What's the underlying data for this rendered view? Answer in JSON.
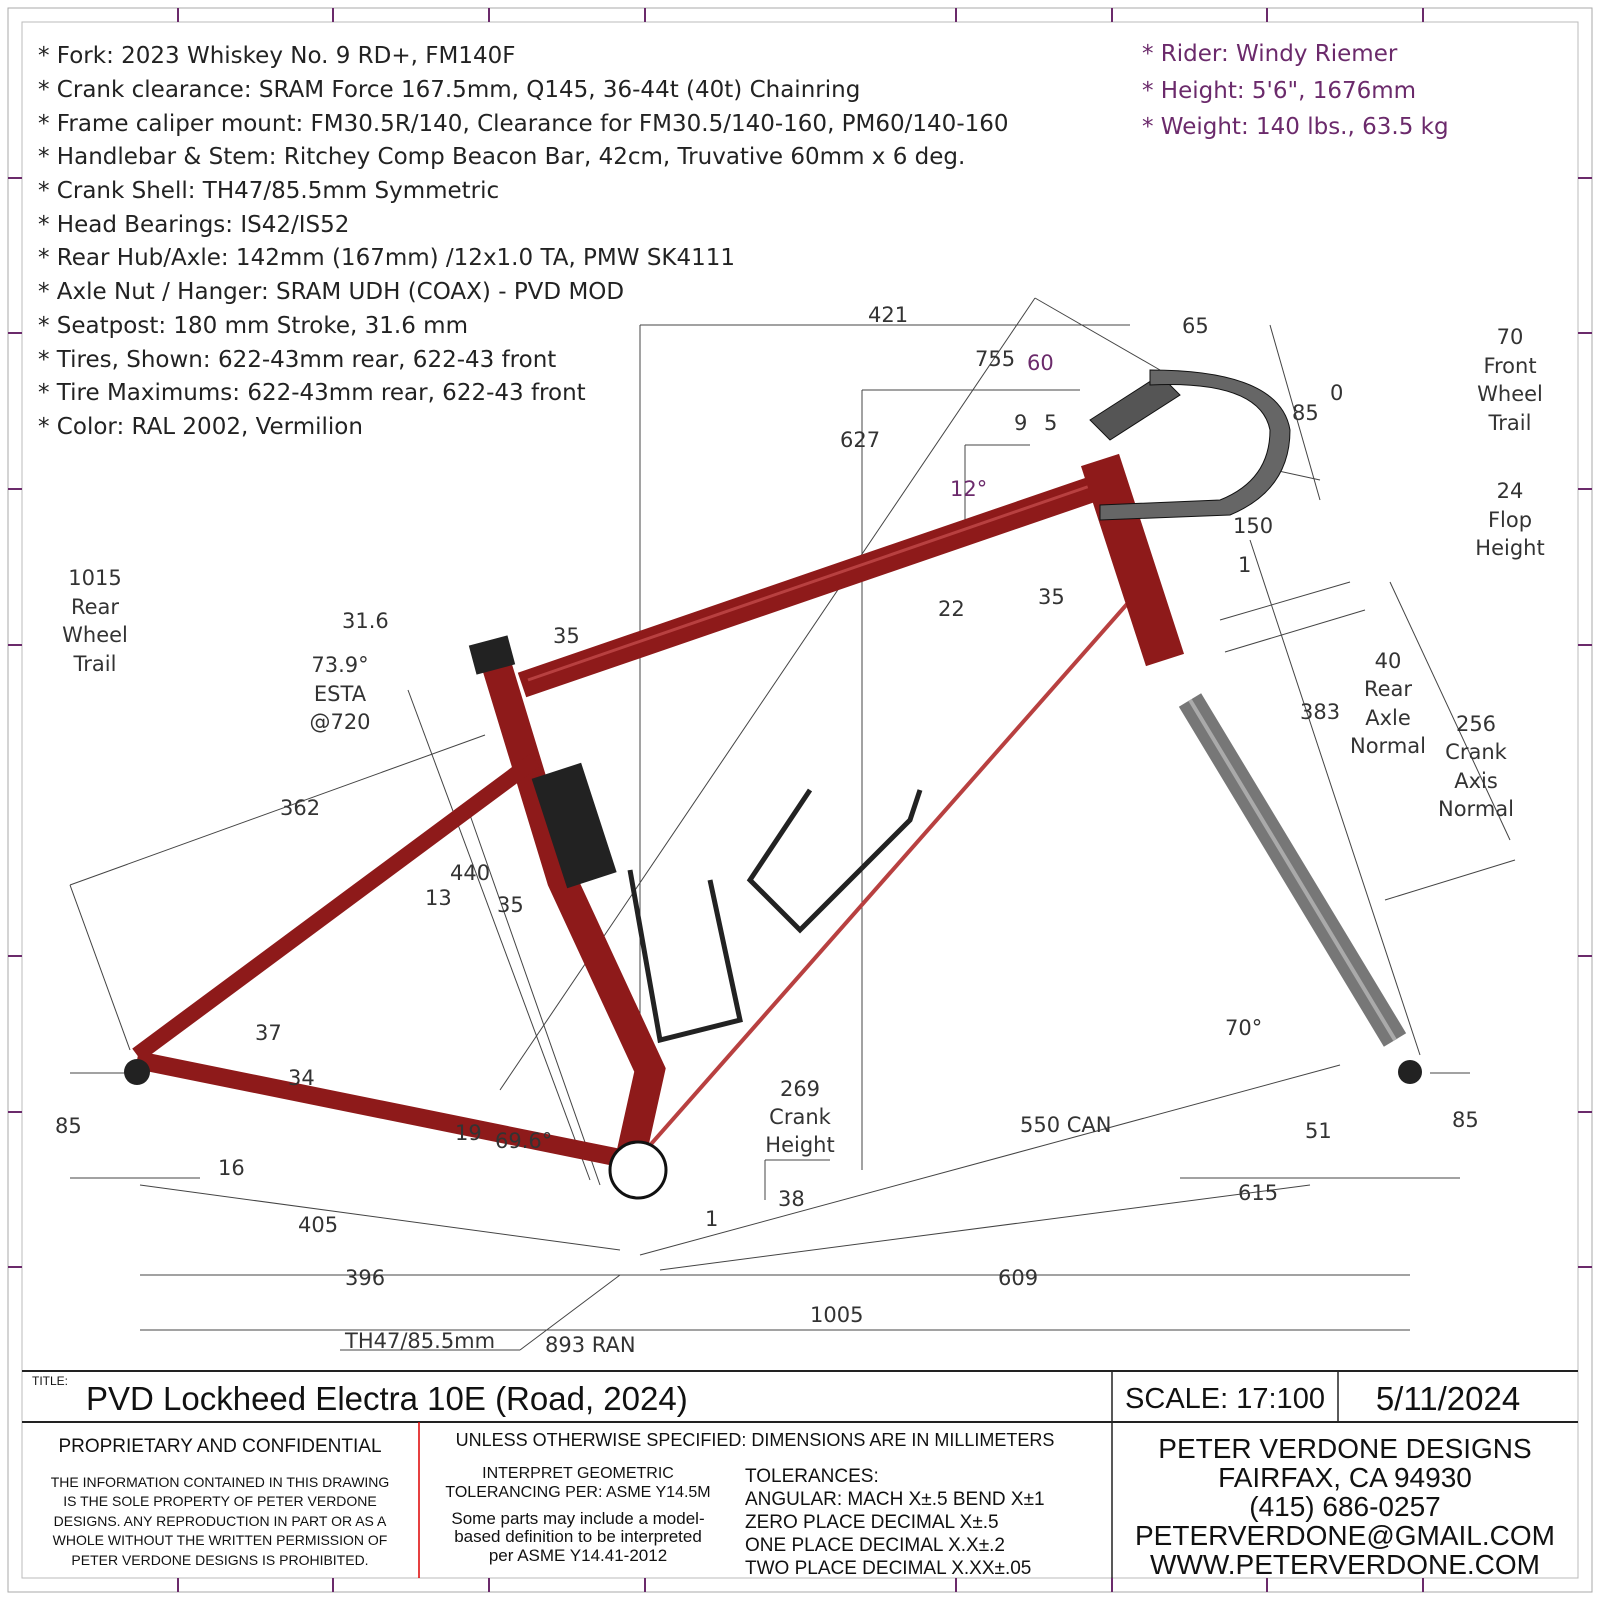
{
  "specs": [
    "* Fork: 2023 Whiskey No. 9 RD+, FM140F",
    "* Crank clearance: SRAM Force 167.5mm, Q145, 36-44t (40t) Chainring",
    "* Frame caliper mount: FM30.5R/140, Clearance for FM30.5/140-160, PM60/140-160",
    "* Handlebar & Stem: Ritchey Comp Beacon Bar, 42cm, Truvative 60mm x 6 deg.",
    "* Crank Shell: TH47/85.5mm Symmetric",
    "* Head Bearings: IS42/IS52",
    "* Rear Hub/Axle: 142mm (167mm) /12x1.0 TA, PMW SK4111",
    "* Axle Nut / Hanger: SRAM UDH (COAX) - PVD MOD",
    "* Seatpost: 180 mm Stroke, 31.6 mm",
    "* Tires, Shown: 622-43mm rear, 622-43 front",
    "* Tire Maximums: 622-43mm rear, 622-43 front",
    "* Color: RAL 2002, Vermilion"
  ],
  "rider": [
    "* Rider: Windy Riemer",
    "* Height: 5'6\", 1676mm",
    "* Weight: 140 lbs., 63.5 kg"
  ],
  "dims": {
    "d421": "421",
    "d755": "755",
    "d60": "60",
    "d65": "65",
    "d85top": "85",
    "d0": "0",
    "d627": "627",
    "d9": "9",
    "d5": "5",
    "d12deg": "12°",
    "d150": "150",
    "d22": "22",
    "d35a": "35",
    "d35b": "35",
    "d35c": "35",
    "d31_6": "31.6",
    "d1": "1",
    "d383": "383",
    "d440": "440",
    "d13": "13",
    "d362": "362",
    "d37": "37",
    "d34": "34",
    "d16": "16",
    "d85l": "85",
    "d85r": "85",
    "d19": "19",
    "d69_6": "69.6°",
    "d70deg": "70°",
    "d51": "51",
    "d550": "550 CAN",
    "d615": "615",
    "d405": "405",
    "d38": "38",
    "d396": "396",
    "d609": "609",
    "d1005": "1005",
    "dTH": "TH47/85.5mm",
    "d893": "893 RAN",
    "d1b": "1"
  },
  "notes": {
    "front_trail": [
      "70",
      "Front",
      "Wheel",
      "Trail"
    ],
    "flop": [
      "24",
      "Flop",
      "Height"
    ],
    "rear_trail": [
      "1015",
      "Rear",
      "Wheel",
      "Trail"
    ],
    "esta": [
      "73.9°",
      "ESTA",
      "@720"
    ],
    "rear_axle": [
      "40",
      "Rear",
      "Axle",
      "Normal"
    ],
    "crank_axis": [
      "256",
      "Crank",
      "Axis",
      "Normal"
    ],
    "crank_height": [
      "269",
      "Crank",
      "Height"
    ]
  },
  "title_block": {
    "title_label": "TITLE:",
    "title": "PVD Lockheed Electra 10E  (Road, 2024)",
    "scale": "SCALE: 17:100",
    "date": "5/11/2024",
    "prop_head": "PROPRIETARY AND CONFIDENTIAL",
    "prop_lines": [
      "THE INFORMATION CONTAINED IN THIS DRAWING",
      "IS THE SOLE PROPERTY OF PETER VERDONE",
      "DESIGNS.  ANY  REPRODUCTION IN PART OR AS A",
      "WHOLE WITHOUT THE WRITTEN PERMISSION OF",
      "PETER VERDONE DESIGNS IS PROHIBITED."
    ],
    "unless": "UNLESS OTHERWISE SPECIFIED: DIMENSIONS ARE IN MILLIMETERS",
    "interpret": [
      "INTERPRET GEOMETRIC",
      "TOLERANCING PER: ASME Y14.5M"
    ],
    "model": [
      "Some parts may include a model-",
      "based definition to be interpreted",
      "per ASME Y14.41-2012"
    ],
    "tolerances": [
      "TOLERANCES:",
      "ANGULAR: MACH X±.5   BEND X±1",
      "ZERO PLACE DECIMAL   X±.5",
      "ONE PLACE DECIMAL    X.X±.2",
      "TWO PLACE DECIMAL    X.XX±.05"
    ],
    "company": [
      "PETER VERDONE DESIGNS",
      "FAIRFAX, CA 94930",
      "(415) 686-0257",
      "PETERVERDONE@GMAIL.COM",
      "WWW.PETERVERDONE.COM"
    ]
  },
  "colors": {
    "frame": "#8e1a1a",
    "fork": "#7a7a7a",
    "accent": "#6b2a6b"
  }
}
